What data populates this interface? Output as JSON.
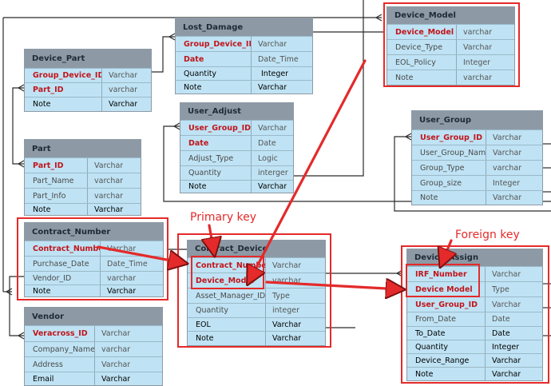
{
  "tables": {
    "device_part": {
      "title": "Device_Part",
      "rows": [
        {
          "name": "Group_Device_ID",
          "type": "Varchar"
        },
        {
          "name": "Part_ID",
          "type": "varchar"
        },
        {
          "name": "Note",
          "type": "Varchar"
        }
      ]
    },
    "part": {
      "title": "Part",
      "rows": [
        {
          "name": "Part_ID",
          "type": "Varchar"
        },
        {
          "name": "Part_Name",
          "type": "varchar"
        },
        {
          "name": "Part_Info",
          "type": "varchar"
        },
        {
          "name": "Note",
          "type": "Varchar"
        }
      ]
    },
    "contract_number": {
      "title": "Contract_Number",
      "rows": [
        {
          "name": "Contract_Number",
          "type": "Varchar"
        },
        {
          "name": "Purchase_Date",
          "type": "Date_Time"
        },
        {
          "name": "Vendor_ID",
          "type": "varchar"
        },
        {
          "name": "Note",
          "type": "Varchar"
        }
      ]
    },
    "vendor": {
      "title": "Vendor",
      "rows": [
        {
          "name": "Veracross_ID",
          "type": "Varchar"
        },
        {
          "name": "Company_Name",
          "type": "varchar"
        },
        {
          "name": "Address",
          "type": "Varchar"
        },
        {
          "name": "Email",
          "type": "Varchar"
        }
      ]
    },
    "lost_damage": {
      "title": "Lost_Damage",
      "rows": [
        {
          "name": "Group_Device_ID",
          "type": "Varchar"
        },
        {
          "name": "Date",
          "type": "Date_Time"
        },
        {
          "name": "Quantity",
          "type": "Integer"
        },
        {
          "name": "Note",
          "type": "Varchar"
        }
      ]
    },
    "user_adjust": {
      "title": "User_Adjust",
      "rows": [
        {
          "name": "User_Group_ID",
          "type": "Varchar"
        },
        {
          "name": "Date",
          "type": "Date"
        },
        {
          "name": "Adjust_Type",
          "type": "Logic"
        },
        {
          "name": "Quantity",
          "type": "interger"
        },
        {
          "name": "Note",
          "type": "Varchar"
        }
      ]
    },
    "contract_device": {
      "title": "Contract_Device",
      "rows": [
        {
          "name": "Contract_Number",
          "type": "Varchar"
        },
        {
          "name": "Device_Model",
          "type": "varchar"
        },
        {
          "name": "Asset_Manager_ID",
          "type": "Type"
        },
        {
          "name": "Quantity",
          "type": "integer"
        },
        {
          "name": "EOL",
          "type": "Varchar"
        },
        {
          "name": "Note",
          "type": "Varchar"
        }
      ]
    },
    "device_model": {
      "title": "Device_Model",
      "rows": [
        {
          "name": "Device_Model",
          "type": "varchar"
        },
        {
          "name": "Device_Type",
          "type": "Varchar"
        },
        {
          "name": "EOL_Policy",
          "type": "Integer"
        },
        {
          "name": "Note",
          "type": "varchar"
        }
      ]
    },
    "user_group": {
      "title": "User_Group",
      "rows": [
        {
          "name": "User_Group_ID",
          "type": "Varchar"
        },
        {
          "name": "User_Group_Name",
          "type": "Varchar"
        },
        {
          "name": "Group_Type",
          "type": "varchar"
        },
        {
          "name": "Group_size",
          "type": "Integer"
        },
        {
          "name": "Note",
          "type": "Varchar"
        }
      ]
    },
    "device_assign": {
      "title": "Device_Assign",
      "rows": [
        {
          "name": "IRF_Number",
          "type": "Varchar"
        },
        {
          "name": "Device Model",
          "type": "Type"
        },
        {
          "name": "User_Group_ID",
          "type": "Varchar"
        },
        {
          "name": "From_Date",
          "type": "Date"
        },
        {
          "name": "To_Date",
          "type": "Date"
        },
        {
          "name": "Quantity",
          "type": "Integer"
        },
        {
          "name": "Device_Range",
          "type": "Varchar"
        },
        {
          "name": "Note",
          "type": "Varchar"
        }
      ]
    }
  },
  "labels": {
    "primary_key": "Primary key",
    "foreign_key": "Foreign key"
  },
  "colors": {
    "key_red": "#c0151b",
    "annotation_red": "#e42a2a",
    "header_gray": "#8d9aa6",
    "body_blue": "#bfe3f4"
  }
}
